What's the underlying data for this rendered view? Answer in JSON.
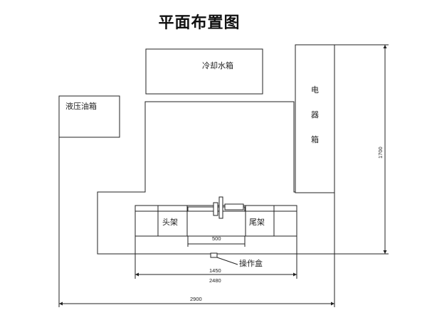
{
  "title": "平面布置图",
  "labels": {
    "cooling_tank": "冷却水箱",
    "hydraulic_tank": "液压油箱",
    "electrical_box": "电器箱",
    "head_frame": "头架",
    "tail_frame": "尾架",
    "operator_box": "操作盒"
  },
  "dimensions": {
    "d500": "500",
    "d1450": "1450",
    "d2480": "2480",
    "d2900": "2900",
    "d1700": "1700"
  }
}
